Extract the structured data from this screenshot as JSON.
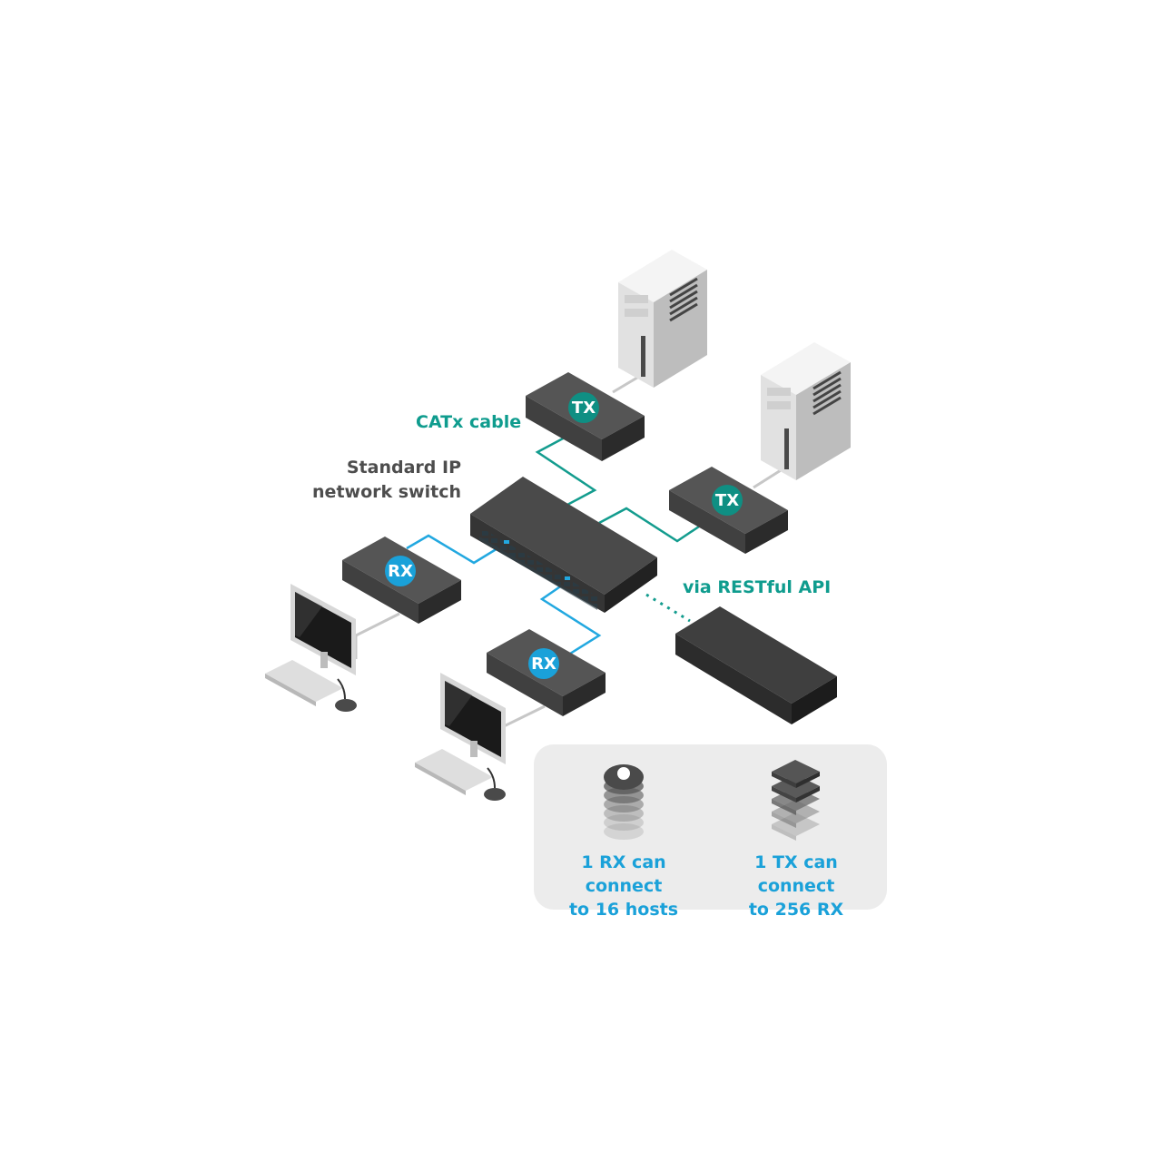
{
  "labels": {
    "catx_cable": "CATx cable",
    "switch_line1": "Standard IP",
    "switch_line2": "network switch",
    "restful_api": "via RESTful API"
  },
  "devices": {
    "tx_badge": "TX",
    "rx_badge": "RX"
  },
  "info_panel": {
    "rx_line1": "1 RX can connect",
    "rx_line2": "to 16 hosts",
    "tx_line1": "1 TX can connect",
    "tx_line2": "to  256 RX"
  },
  "colors": {
    "tx_teal": "#0f8f83",
    "rx_blue": "#1aa1d9",
    "catx_cable_teal": "#139c8e",
    "rx_cable_blue": "#22a8e0",
    "device_dark": "#3b3b3b",
    "panel_bg": "#ececec"
  }
}
